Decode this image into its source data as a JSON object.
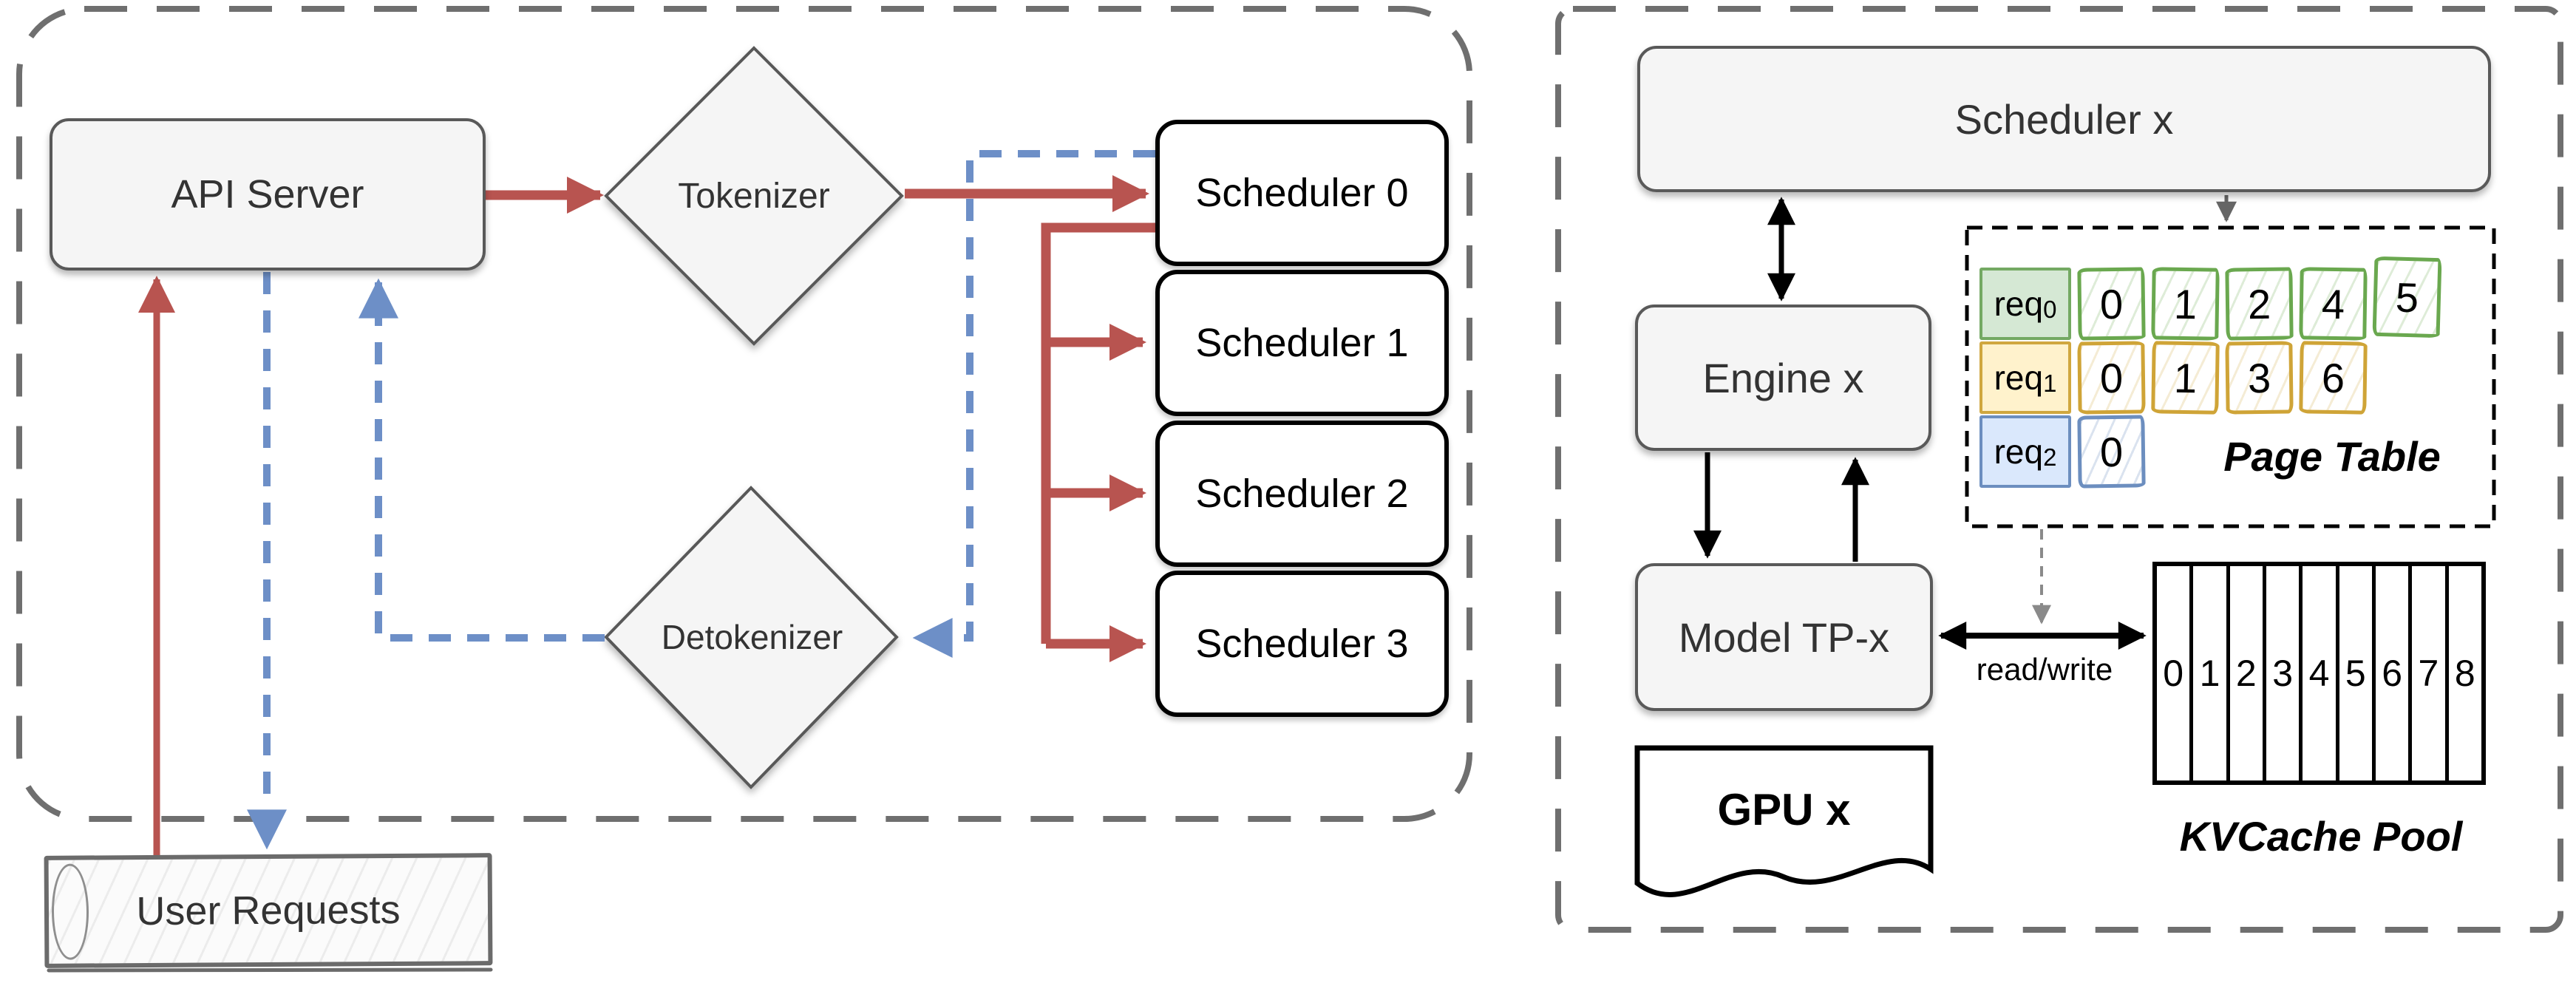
{
  "left_panel": {
    "api_server": "API Server",
    "tokenizer": "Tokenizer",
    "detokenizer": "Detokenizer",
    "schedulers": [
      {
        "label": "Scheduler 0"
      },
      {
        "label": "Scheduler 1"
      },
      {
        "label": "Scheduler 2"
      },
      {
        "label": "Scheduler 3"
      }
    ],
    "user_requests": "User Requests"
  },
  "right_panel": {
    "scheduler": "Scheduler x",
    "engine": "Engine x",
    "model": "Model TP-x",
    "gpu": "GPU x",
    "read_write": "read/write",
    "page_table": {
      "title": "Page Table",
      "rows": [
        {
          "label": "req",
          "sub": "0",
          "color": "green",
          "cells": [
            "0",
            "1",
            "2",
            "4",
            "5"
          ]
        },
        {
          "label": "req",
          "sub": "1",
          "color": "yellow",
          "cells": [
            "0",
            "1",
            "3",
            "6"
          ]
        },
        {
          "label": "req",
          "sub": "2",
          "color": "blue",
          "cells": [
            "0"
          ]
        }
      ]
    },
    "kvcache": {
      "title": "KVCache Pool",
      "slots": [
        "0",
        "1",
        "2",
        "3",
        "4",
        "5",
        "6",
        "7",
        "8"
      ]
    }
  },
  "colors": {
    "request_flow_red": "#b85450",
    "response_flow_blue": "#6d8fc7",
    "box_fill_gray": "#f5f5f5",
    "box_border_gray": "#595959",
    "dashed_frame_gray": "#6f6f6f",
    "pt_green_border": "#6aa84f",
    "pt_green_fill": "#d5e8d4",
    "pt_yellow_border": "#d0a73f",
    "pt_yellow_fill": "#fff2cc",
    "pt_blue_border": "#6c8ebf",
    "pt_blue_fill": "#dae8fc"
  }
}
